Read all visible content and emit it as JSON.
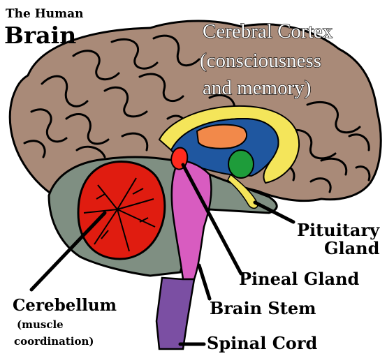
{
  "title": {
    "line1": "The Human",
    "line2": "Brain"
  },
  "labels": {
    "cortex": [
      "Cerebral Cortex",
      "(consciousness",
      "and memory)"
    ],
    "pituitary": [
      "Pituitary",
      "Gland"
    ],
    "pineal": "Pineal Gland",
    "cerebellum": [
      "Cerebellum",
      "(muscle",
      "coordination)"
    ],
    "brain_stem": "Brain Stem",
    "spinal_cord": "Spinal Cord"
  },
  "colors": {
    "cortex": "#a98a78",
    "inner": "#7f8f82",
    "ventricle": "#1f57a0",
    "corpus_callosum": "#f4e55a",
    "thalamus": "#f2894a",
    "pituitary": "#1e9c3a",
    "cerebellum": "#e01c10",
    "brain_stem": "#d85cc0",
    "spinal_cord": "#7b4fa3",
    "pineal": "#ff2a1e",
    "outline": "#000000"
  }
}
